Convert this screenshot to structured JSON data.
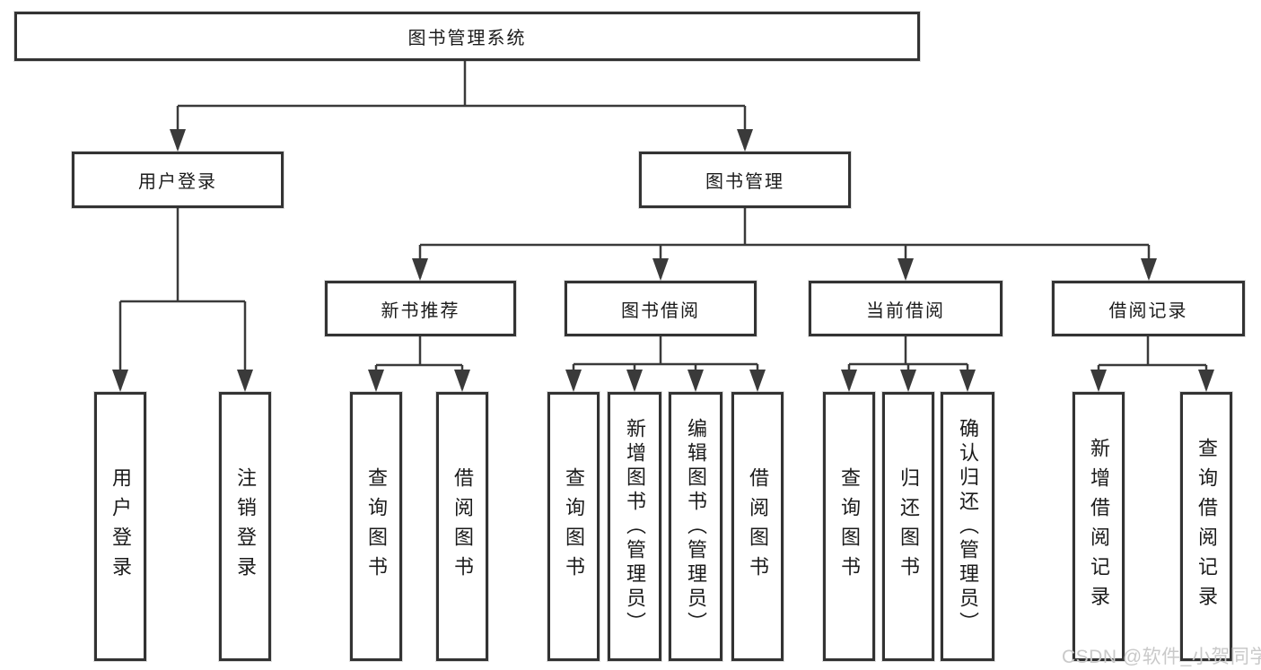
{
  "tree": {
    "root": {
      "label": "图书管理系统"
    },
    "branches": [
      {
        "label": "用户登录",
        "children": [
          {
            "label": "用户登录"
          },
          {
            "label": "注销登录"
          }
        ]
      },
      {
        "label": "图书管理",
        "children": [
          {
            "label": "新书推荐",
            "children": [
              {
                "label": "查询图书"
              },
              {
                "label": "借阅图书"
              }
            ]
          },
          {
            "label": "图书借阅",
            "children": [
              {
                "label": "查询图书"
              },
              {
                "label": "新增图书（管理员）"
              },
              {
                "label": "编辑图书（管理员）"
              },
              {
                "label": "借阅图书"
              }
            ]
          },
          {
            "label": "当前借阅",
            "children": [
              {
                "label": "查询图书"
              },
              {
                "label": "归还图书"
              },
              {
                "label": "确认归还（管理员）"
              }
            ]
          },
          {
            "label": "借阅记录",
            "children": [
              {
                "label": "新增借阅记录"
              },
              {
                "label": "查询借阅记录"
              }
            ]
          }
        ]
      }
    ]
  },
  "watermark": {
    "text": "CSDN @软件_小贺同学"
  },
  "colors": {
    "border": "#333333",
    "line": "#3a3a3a",
    "text": "#1b1b1b",
    "watermark": "#c9c9c9",
    "background": "#ffffff"
  }
}
